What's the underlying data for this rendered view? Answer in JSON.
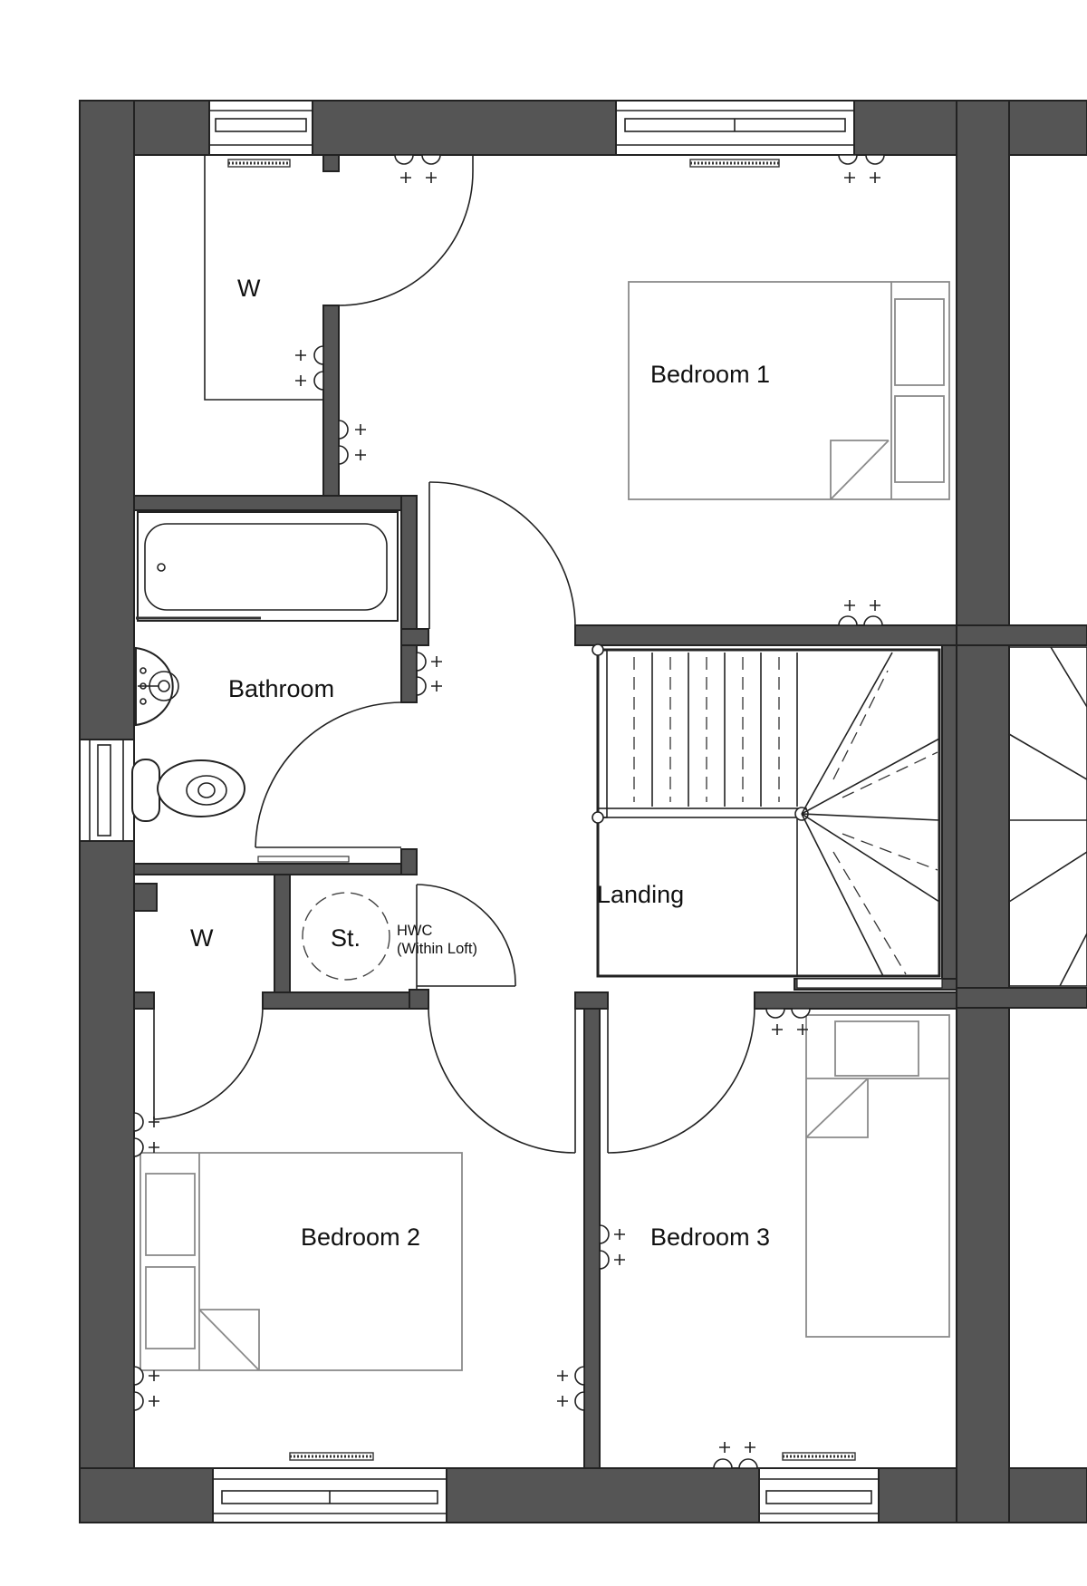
{
  "plan": {
    "rooms": [
      {
        "id": "wardrobe-top",
        "label": "W"
      },
      {
        "id": "bedroom-1",
        "label": "Bedroom 1"
      },
      {
        "id": "bathroom",
        "label": "Bathroom"
      },
      {
        "id": "landing",
        "label": "Landing"
      },
      {
        "id": "wardrobe-mid",
        "label": "W"
      },
      {
        "id": "store",
        "label": "St."
      },
      {
        "id": "bedroom-2",
        "label": "Bedroom 2"
      },
      {
        "id": "bedroom-3",
        "label": "Bedroom 3"
      }
    ],
    "hwc": {
      "line1": "HWC",
      "line2": "(Within Loft)"
    }
  },
  "colors": {
    "wall_fill": "#555555",
    "line": "#222222",
    "furniture": "#8a8a8a",
    "background": "#ffffff"
  },
  "icons": [
    "window-icon",
    "radiator-icon",
    "double-socket-icon",
    "door-swing-icon",
    "stair-icon",
    "bed-icon",
    "bath-icon",
    "basin-icon",
    "toilet-icon",
    "cylinder-icon"
  ]
}
